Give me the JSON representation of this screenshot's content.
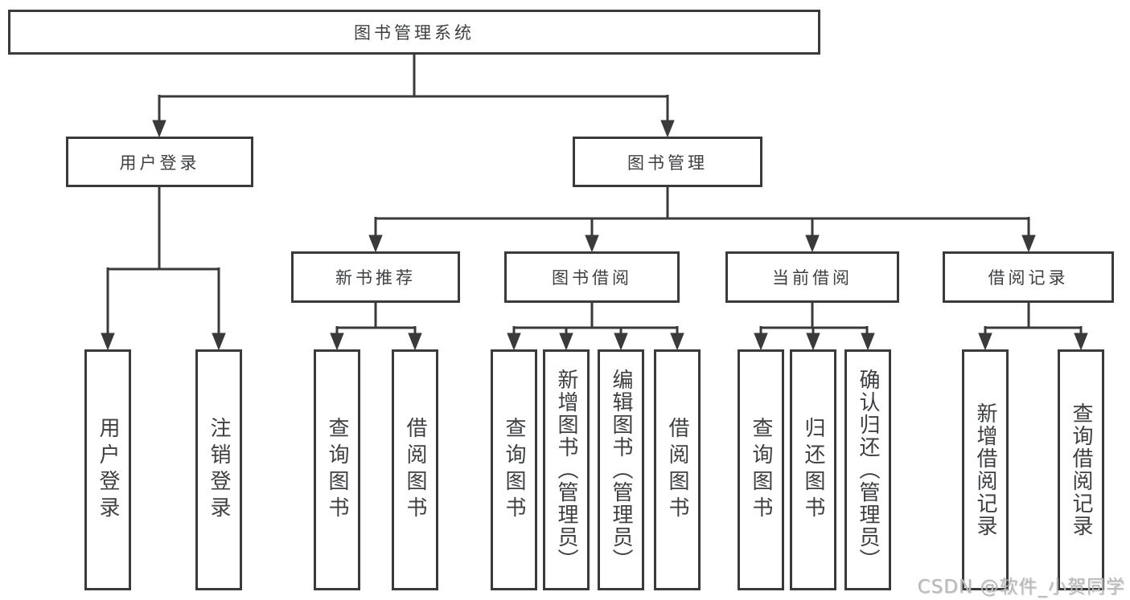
{
  "tree": {
    "label": "图书管理系统",
    "children": [
      {
        "label": "用户登录",
        "children": [
          {
            "label": "用户登录"
          },
          {
            "label": "注销登录"
          }
        ]
      },
      {
        "label": "图书管理",
        "children": [
          {
            "label": "新书推荐",
            "children": [
              {
                "label": "查询图书"
              },
              {
                "label": "借阅图书"
              }
            ]
          },
          {
            "label": "图书借阅",
            "children": [
              {
                "label": "查询图书"
              },
              {
                "label": "新增图书（管理员）"
              },
              {
                "label": "编辑图书（管理员）"
              },
              {
                "label": "借阅图书"
              }
            ]
          },
          {
            "label": "当前借阅",
            "children": [
              {
                "label": "查询图书"
              },
              {
                "label": "归还图书"
              },
              {
                "label": "确认归还（管理员）"
              }
            ]
          },
          {
            "label": "借阅记录",
            "children": [
              {
                "label": "新增借阅记录"
              },
              {
                "label": "查询借阅记录"
              }
            ]
          }
        ]
      }
    ]
  },
  "watermark": {
    "text": "CSDN @软件_小贺同学"
  },
  "colors": {
    "line": "#3a3a3a",
    "text": "#3d3f42",
    "watermark": "#b9b9b9",
    "background": "#ffffff"
  }
}
